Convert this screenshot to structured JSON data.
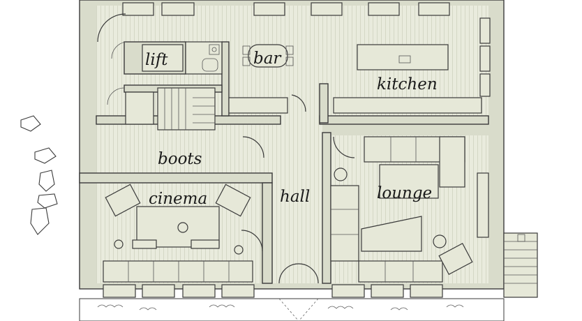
{
  "plan": {
    "rooms": {
      "lift": "lift",
      "bar": "bar",
      "kitchen": "kitchen",
      "boots": "boots",
      "cinema": "cinema",
      "hall": "hall",
      "lounge": "lounge"
    },
    "colors": {
      "floor": "#e9ebdd",
      "wall": "#d9dccb",
      "outline": "#3a3a3a",
      "background": "#ffffff"
    }
  }
}
